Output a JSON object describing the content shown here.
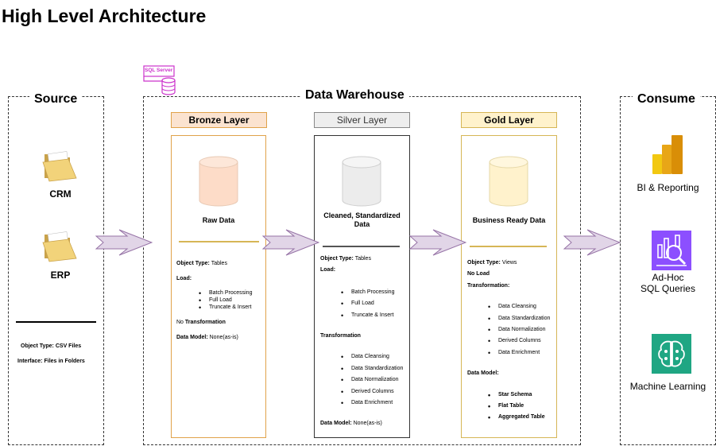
{
  "title": "High Level Architecture",
  "source": {
    "title": "Source",
    "items": [
      "CRM",
      "ERP"
    ],
    "object_type_label": "Object Type:",
    "object_type_value": "CSV Files",
    "interface_label": "Interface:",
    "interface_value": "Files in Folders"
  },
  "warehouse": {
    "title": "Data Warehouse",
    "badge": "SQL Server"
  },
  "bronze": {
    "header": "Bronze Layer",
    "db_label": "Raw Data",
    "object_type_label": "Object Type:",
    "object_type_value": "Tables",
    "load_label": "Load:",
    "load_items": [
      "Batch Processing",
      "Full Load",
      "Truncate & Insert"
    ],
    "no_label": "No",
    "transformation_label": "Transformation",
    "model_label": "Data Model:",
    "model_value": "None(as-is)"
  },
  "silver": {
    "header": "Silver Layer",
    "db_label_1": "Cleaned, Standardized",
    "db_label_2": "Data",
    "object_type_label": "Object Type:",
    "object_type_value": "Tables",
    "load_label": "Load:",
    "load_items": [
      "Batch Processing",
      "Full Load",
      "Truncate & Insert"
    ],
    "transformation_label": "Transformation",
    "transformation_items": [
      "Data Cleansing",
      "Data Standardization",
      "Data Normalization",
      "Derived Columns",
      "Data Enrichment"
    ],
    "model_label": "Data Model:",
    "model_value": "None(as-is)"
  },
  "gold": {
    "header": "Gold Layer",
    "db_label": "Business Ready Data",
    "object_type_label": "Object Type:",
    "object_type_value": "Views",
    "no_load": "No Load",
    "transformation_label": "Transformation:",
    "transformation_items": [
      "Data Cleansing",
      "Data Standardization",
      "Data Normalization",
      "Derived Columns",
      "Data Enrichment"
    ],
    "model_label": "Data Model:",
    "model_items": [
      "Star Schema",
      "Flat Table",
      "Aggregated Table"
    ]
  },
  "consume": {
    "title": "Consume",
    "items": [
      {
        "label": "BI & Reporting",
        "icon": "bar-chart-icon"
      },
      {
        "label_1": "Ad-Hoc",
        "label_2": "SQL Queries",
        "icon": "query-icon"
      },
      {
        "label": "Machine Learning",
        "icon": "brain-icon"
      }
    ]
  },
  "colors": {
    "bronze_header": "#fbe3d0",
    "bronze_border": "#e0a24a",
    "bronze_db": "#fddcc8",
    "silver_header": "#eeeeee",
    "silver_db": "#eeeeee",
    "gold_header": "#fff2cc",
    "gold_border": "#d6b656",
    "gold_db": "#fff2cc",
    "arrow_fill": "#e1d5e7",
    "arrow_stroke": "#9673a6",
    "sql_badge": "#cc33cc"
  }
}
